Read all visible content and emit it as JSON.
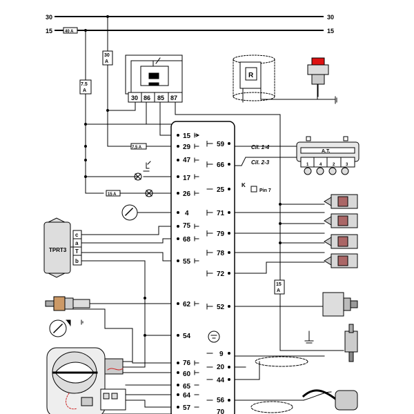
{
  "rails": {
    "rail30_left": "30",
    "rail30_right": "30",
    "rail15_left": "15",
    "rail15_right": "15",
    "fuse_main": "40 A"
  },
  "fuses": {
    "f30": [
      "30",
      "A"
    ],
    "f75": [
      "7.5",
      "A"
    ],
    "f75_inline": "7,5 A",
    "f15_inline": "15 A",
    "f15_vert": [
      "15",
      "A"
    ]
  },
  "relay": {
    "pins": [
      "30",
      "86",
      "85",
      "87"
    ]
  },
  "sensor_R": "R",
  "ecu": {
    "left_pins": [
      "15",
      "29",
      "47",
      "17",
      "26",
      "4",
      "75",
      "68",
      "55",
      "62",
      "54",
      "76",
      "60",
      "65",
      "64",
      "57"
    ],
    "right_pins": [
      "59",
      "66",
      "25",
      "71",
      "79",
      "78",
      "72",
      "52",
      "9",
      "20",
      "44",
      "56",
      "70"
    ]
  },
  "cyl": {
    "c14": "Cil. 1-4",
    "c23": "Cil. 2-3"
  },
  "at_label": "A.T.",
  "at_pins": [
    "1",
    "4",
    "2",
    "3"
  ],
  "k_label": "K",
  "pin7": "Pin 7",
  "tprt": {
    "name": "TPRT3",
    "pins": [
      "c",
      "a",
      "T",
      "b"
    ]
  }
}
